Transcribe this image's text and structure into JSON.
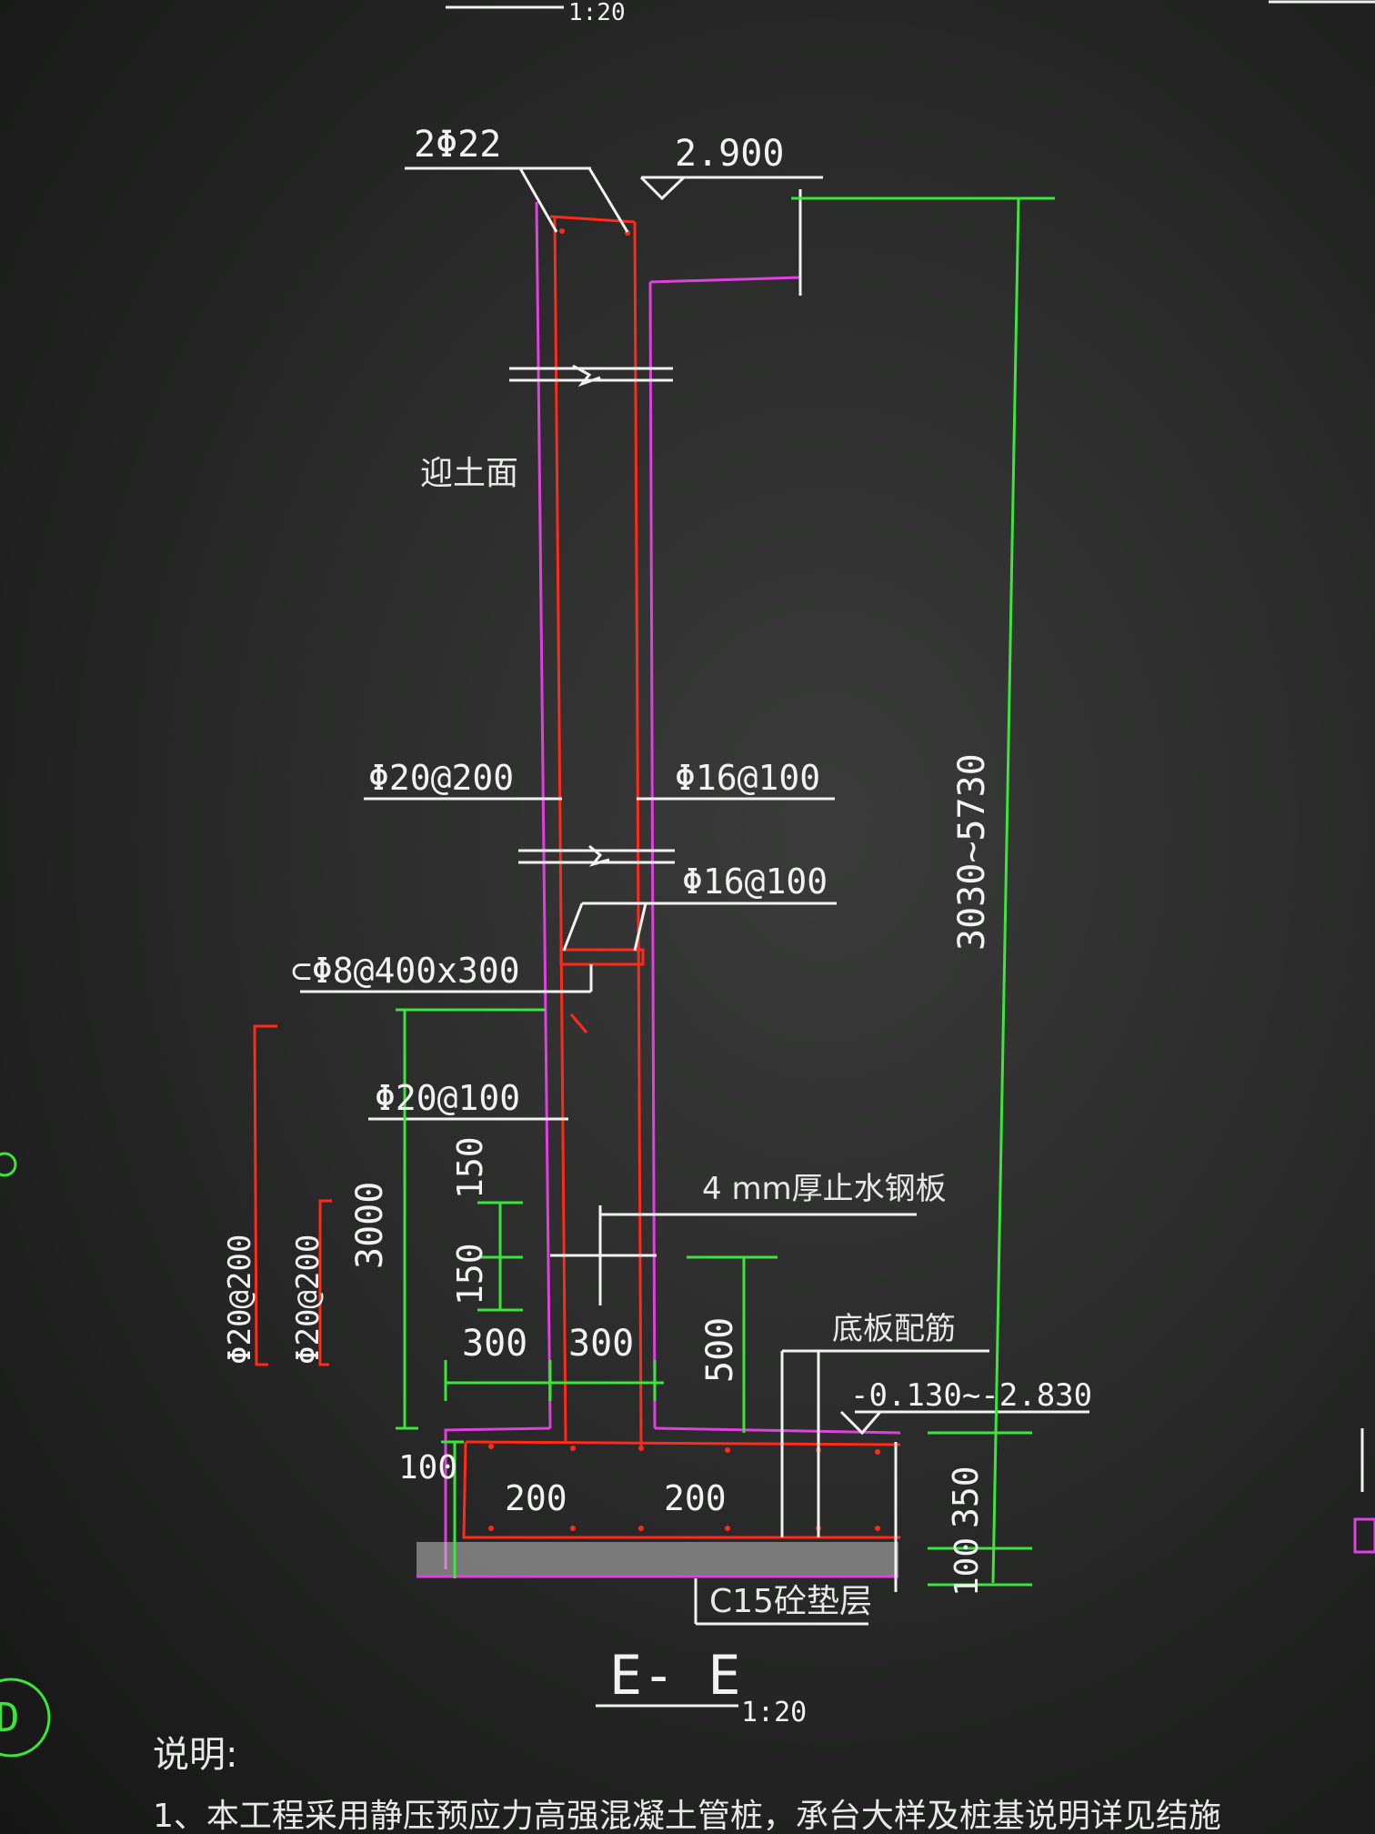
{
  "top_scale": "1:20",
  "top_rebar": "2Φ22",
  "top_elevation": "2.900",
  "soil_face_label": "迎土面",
  "outer_vertical_bar": "Φ20@200",
  "inner_vertical_bar": "Φ16@100",
  "horizontal_bar": "Φ16@100",
  "tie_bar": "⊂Φ8@400x300",
  "outer_bar_lower": "Φ20@100",
  "waterstop_label": "4 mm厚止水钢板",
  "base_slab_label": "底板配筋",
  "slab_elevation": "-0.130~-2.830",
  "height_range": "3030~5730",
  "dim_3000": "3000",
  "dim_150_a": "150",
  "dim_150_b": "150",
  "dim_300_left": "300",
  "dim_300_right": "300",
  "dim_500": "500",
  "dim_100_left": "100",
  "dim_200_left": "200",
  "dim_200_right": "200",
  "dim_350": "350",
  "dim_100_right": "100",
  "left_bar_outer": "Φ20@200",
  "left_bar_inner": "Φ20@200",
  "cushion_label": "C15砼垫层",
  "section_title": "E- E",
  "section_scale": "1:20",
  "grid_bubble": "D",
  "note_heading": "说明:",
  "note_line1": "1、本工程采用静压预应力高强混凝土管桩，承台大样及桩基说明详见结施"
}
